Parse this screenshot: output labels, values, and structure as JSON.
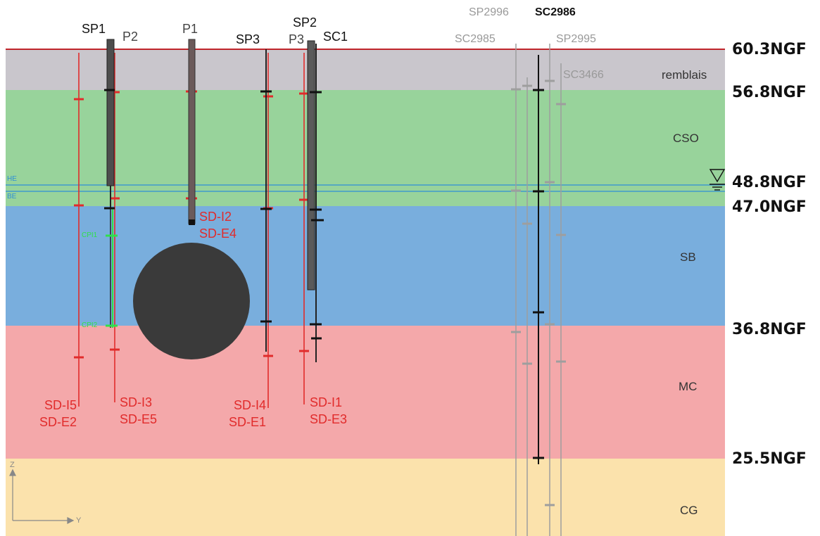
{
  "layers": {
    "remblais": {
      "name": "remblais",
      "color": "#c9c6cc"
    },
    "cso": {
      "name": "CSO",
      "color": "#98d39b"
    },
    "sb": {
      "name": "SB",
      "color": "#79aedd"
    },
    "mc": {
      "name": "MC",
      "color": "#f4a8aa"
    },
    "cg": {
      "name": "CG",
      "color": "#fbe2ac"
    }
  },
  "elevations": {
    "e1": "60.3NGF",
    "e2": "56.8NGF",
    "e3": "48.8NGF",
    "e4": "47.0NGF",
    "e5": "36.8NGF",
    "e6": "25.5NGF"
  },
  "boreholes": {
    "sp1": "SP1",
    "p2": "P2",
    "p1": "P1",
    "sp3": "SP3",
    "sp2": "SP2",
    "p3": "P3",
    "sc1": "SC1",
    "sp2996": "SP2996",
    "sc2986": "SC2986",
    "sc2985": "SC2985",
    "sp2995": "SP2995",
    "sc3466": "SC3466"
  },
  "sd_labels": {
    "i2": "SD-I2",
    "e4": "SD-E4",
    "i5": "SD-I5",
    "e2": "SD-E2",
    "i3": "SD-I3",
    "e5": "SD-E5",
    "i4": "SD-I4",
    "e1": "SD-E1",
    "i1": "SD-I1",
    "e3": "SD-E3"
  },
  "tags": {
    "he": "HE",
    "be": "BE",
    "cpi1": "CPI1",
    "cpi2": "CPI2"
  },
  "axes": {
    "z": "Z",
    "y": "Y"
  },
  "colors": {
    "sd_red": "#e12b2b",
    "water_blue": "#2e8fd6",
    "cpi_green": "#2fe04a",
    "ground_line": "#c0262b",
    "gray_bh": "#9e9e9e",
    "tunnel": "#3a3a3a"
  }
}
